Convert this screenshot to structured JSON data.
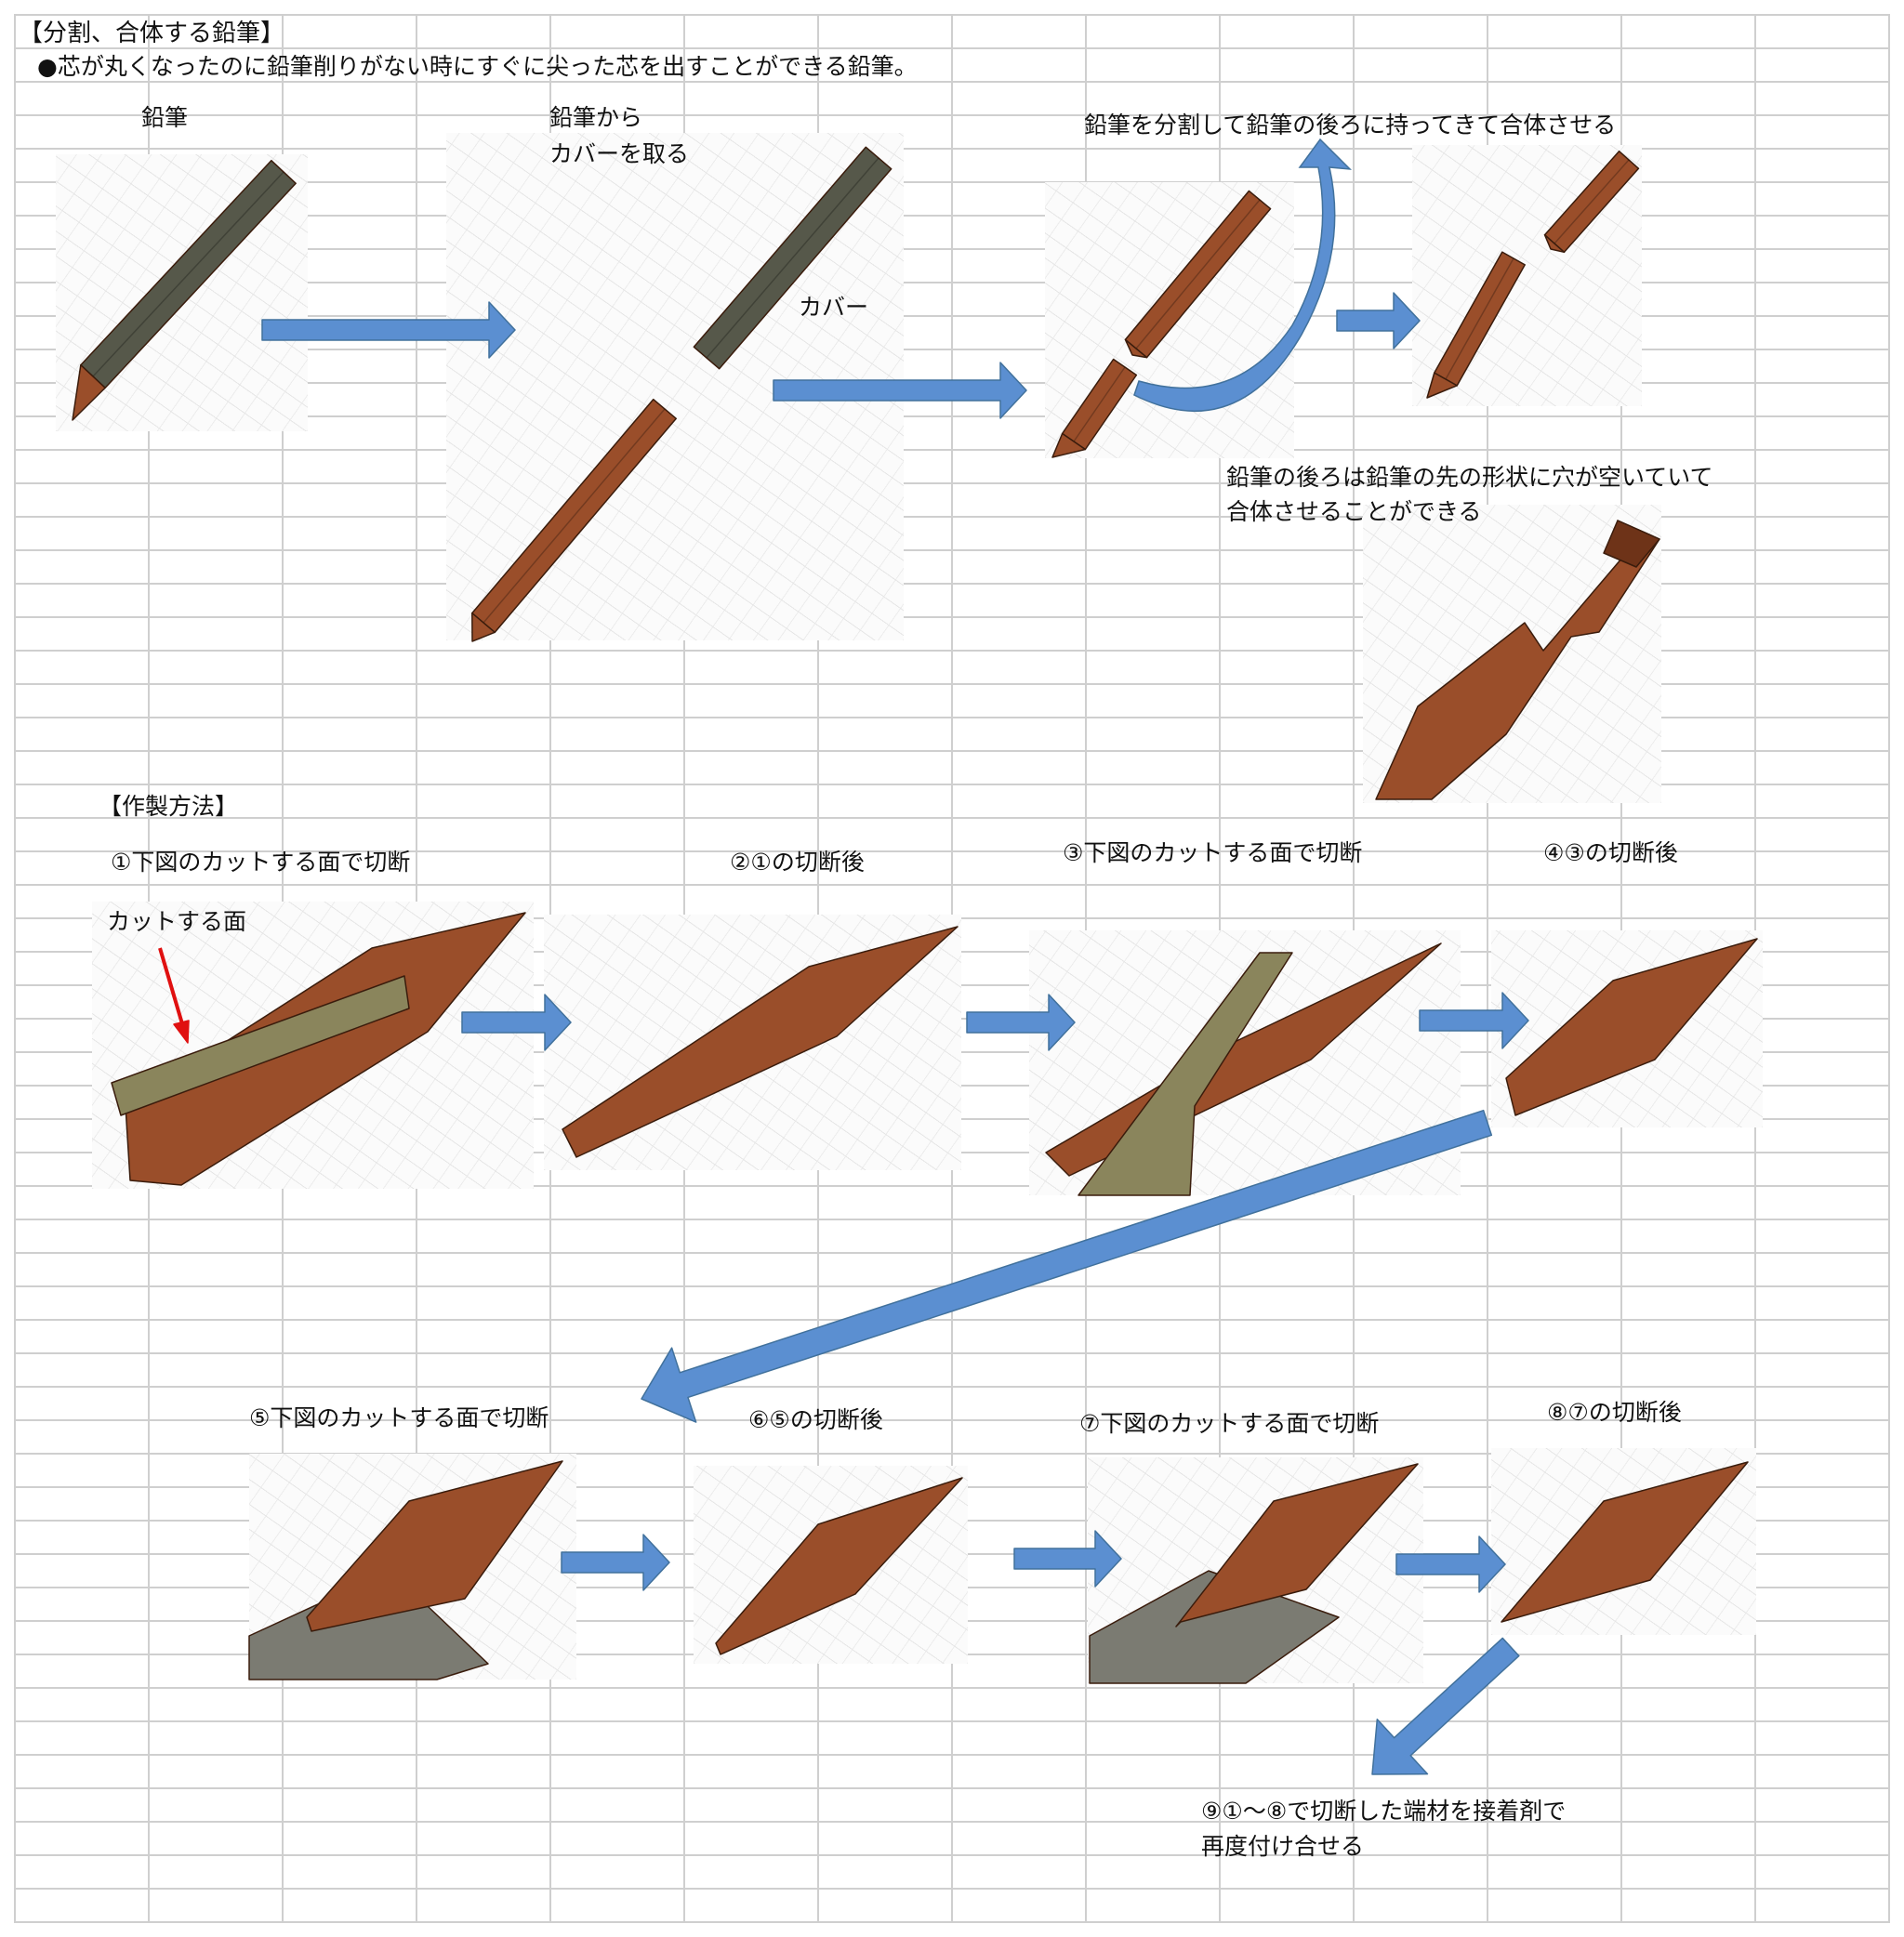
{
  "header": {
    "title": "【分割、合体する鉛筆】",
    "description": "●芯が丸くなったのに鉛筆削りがない時にすぐに尖った芯を出すことができる鉛筆。"
  },
  "concept": {
    "label_pencil": "鉛筆",
    "label_remove_cover_1": "鉛筆から",
    "label_remove_cover_2": "カバーを取る",
    "label_cover": "カバー",
    "label_split_combine": "鉛筆を分割して鉛筆の後ろに持ってきて合体させる",
    "label_hole_1": "鉛筆の後ろは鉛筆の先の形状に穴が空いていて",
    "label_hole_2": "合体させることができる"
  },
  "method": {
    "heading": "【作製方法】",
    "cut_face_label": "カットする面",
    "steps": [
      "①下図のカットする面で切断",
      "②①の切断後",
      "③下図のカットする面で切断",
      "④③の切断後",
      "⑤下図のカットする面で切断",
      "⑥⑤の切断後",
      "⑦下図のカットする面で切断",
      "⑧⑦の切断後"
    ],
    "final_step_1": "⑨①～⑧で切断した端材を接着剤で",
    "final_step_2": "再度付け合せる"
  },
  "colors": {
    "arrow": "#5b8fd1",
    "arrow_stroke": "#41719c",
    "wood": "#9a4e2a",
    "wood_dark": "#6e3318",
    "cover": "#56584a",
    "cut_plane": "#8a855c",
    "cut_plane_gray": "#7b7b72",
    "red_arrow": "#e01010"
  }
}
